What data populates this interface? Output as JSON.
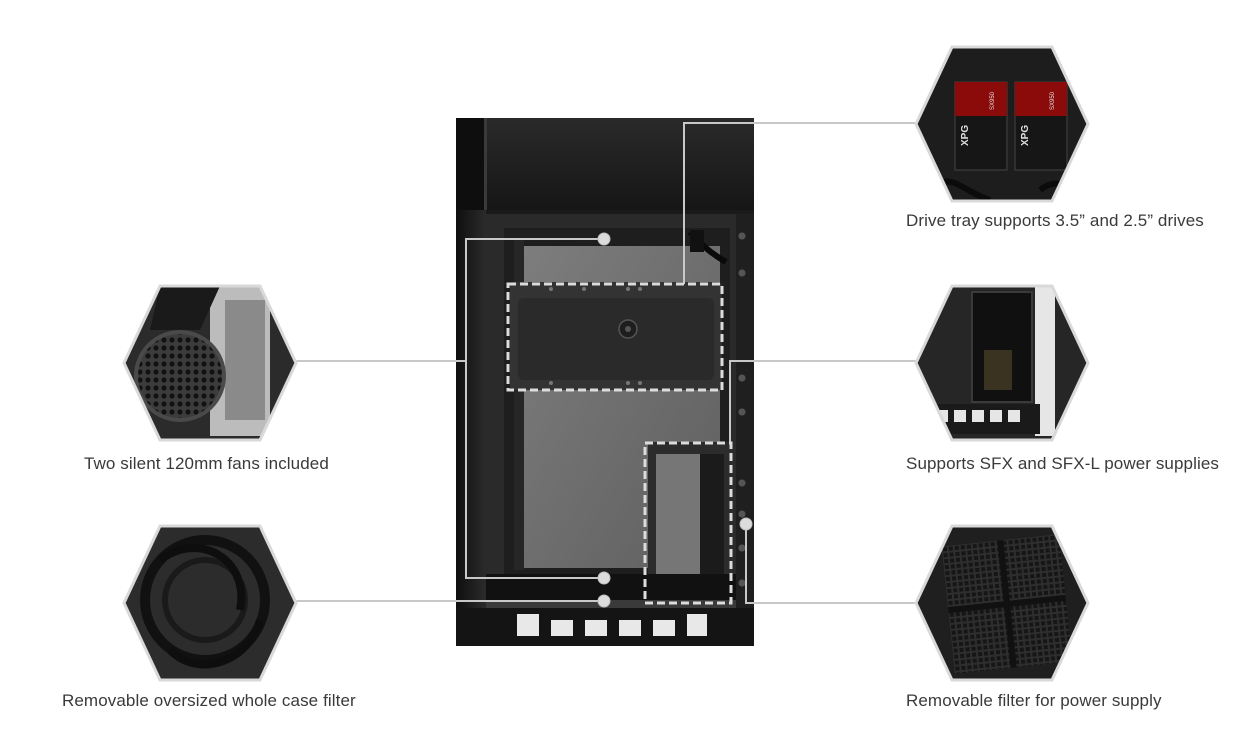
{
  "features": {
    "fans": {
      "caption": "Two silent 120mm fans included",
      "icon": "fan-closeup-icon"
    },
    "case_filter": {
      "caption": "Removable oversized whole case filter",
      "icon": "case-filter-closeup-icon"
    },
    "drive_tray": {
      "caption": "Drive tray supports 3.5” and 2.5” drives",
      "icon": "drive-tray-closeup-icon"
    },
    "psu": {
      "caption": "Supports SFX and SFX-L power supplies",
      "icon": "psu-closeup-icon"
    },
    "psu_filter": {
      "caption": "Removable filter for power supply",
      "icon": "psu-filter-closeup-icon"
    }
  },
  "ssd_labels": {
    "brand": "XPG",
    "model": "SX950"
  },
  "colors": {
    "background": "#ffffff",
    "case_body": "#1c1c1c",
    "callout_line": "#c8c8c8",
    "hexagon_border": "#d9d9d9",
    "caption_text": "#3a3a3a"
  }
}
